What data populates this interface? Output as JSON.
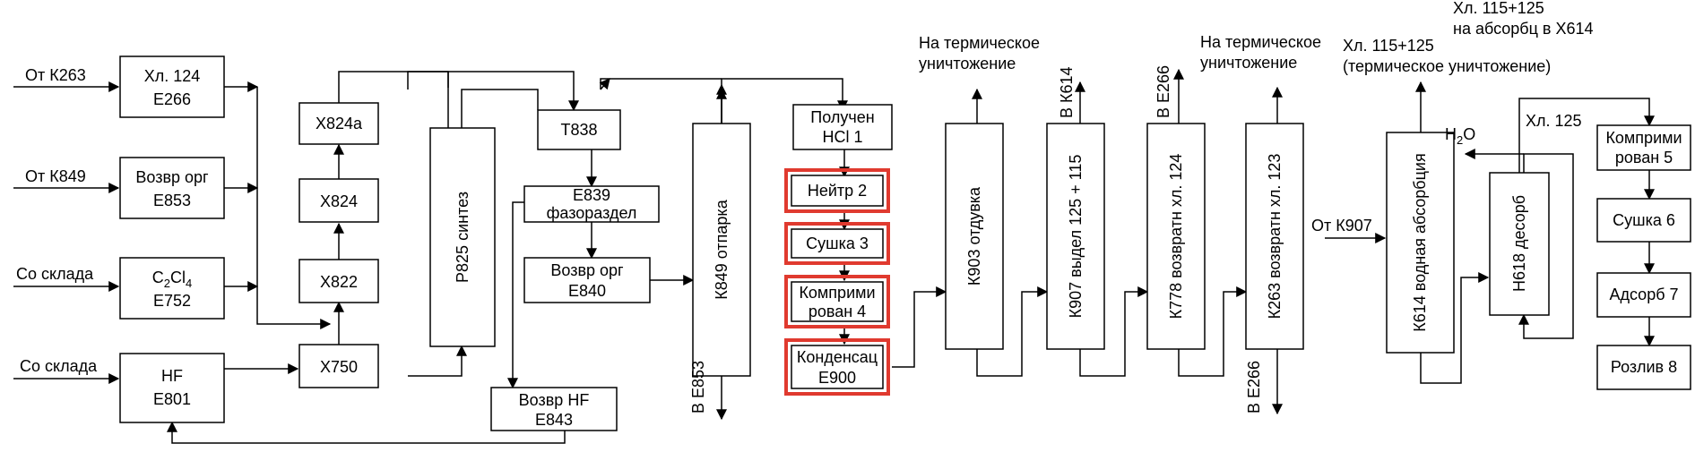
{
  "colors": {
    "highlight": "#e03a2f",
    "stroke": "#000000",
    "background": "#ffffff"
  },
  "inputs": {
    "k263": "От К263",
    "k849": "От К849",
    "warehouse1": "Со склада",
    "warehouse2": "Со склада",
    "k907": "От К907"
  },
  "boxes": {
    "khl124": [
      "Хл. 124",
      "Е266"
    ],
    "vozvr_e853": [
      "Возвр орг",
      "Е853"
    ],
    "c2cl4": [
      "C2Cl4",
      "E752"
    ],
    "hf": [
      "HF",
      "E801"
    ],
    "x824a": [
      "Х824а"
    ],
    "x824": [
      "Х824"
    ],
    "x822": [
      "Х822"
    ],
    "x750": [
      "Х750"
    ],
    "r825": [
      "Р825 синтез"
    ],
    "t838": [
      "Т838"
    ],
    "e839": [
      "Е839",
      "фазораздел"
    ],
    "vozvr_e840": [
      "Возвр орг",
      "Е840"
    ],
    "vozvr_hf": [
      "Возвр HF",
      "Е843"
    ],
    "k849": [
      "К849 отпарка"
    ],
    "hcl": [
      "Получен",
      "HCl 1"
    ],
    "neitr": [
      "Нейтр 2"
    ],
    "sushka3": [
      "Сушка 3"
    ],
    "kompr4": [
      "Комприми",
      "рован 4"
    ],
    "kond": [
      "Конденсац",
      "Е900"
    ],
    "k903": [
      "К903 отдувка"
    ],
    "k907": [
      "К907 выдел 125 + 115"
    ],
    "k778": [
      "К778 возвратн хл. 124"
    ],
    "k263": [
      "К263 возвратн хл. 123"
    ],
    "k614": [
      "К614 водная абсорбция"
    ],
    "n618": [
      "Н618 десорб"
    ],
    "kompr5": [
      "Комприми",
      "рован 5"
    ],
    "sushka6": [
      "Сушка 6"
    ],
    "adsorb7": [
      "Адсорб 7"
    ],
    "rozliv8": [
      "Розлив 8"
    ]
  },
  "labels": {
    "to_e853": "В Е853",
    "thermal1": [
      "На термическое",
      "уничтожение"
    ],
    "to_k614": "В К614",
    "to_e266_top": "В Е266",
    "thermal2": [
      "На термическое",
      "уничтожение"
    ],
    "to_e266_bottom": "В Е266",
    "khl_thermal": [
      "Хл. 115+125",
      "(термическое уничтожение)"
    ],
    "khl_absorb": [
      "Хл. 115+125",
      "на абсорбц в Х614"
    ],
    "h2o": "H2O",
    "khl125": "Хл. 125"
  }
}
